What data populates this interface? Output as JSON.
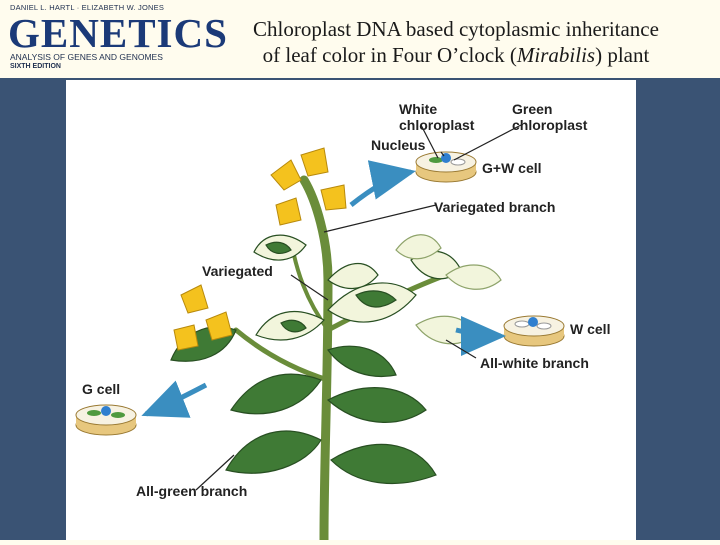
{
  "logo": {
    "authors": "DANIEL L. HARTL · ELIZABETH W. JONES",
    "brand": "GENETICS",
    "subtitle": "ANALYSIS OF GENES AND GENOMES",
    "edition": "SIXTH EDITION"
  },
  "title": {
    "line1": "Chloroplast DNA based cytoplasmic inheritance",
    "line2_pre": "of leaf color in Four O’clock (",
    "line2_italic": "Mirabilis",
    "line2_post": ") plant"
  },
  "labels": {
    "white_chloroplast_1": "White",
    "white_chloroplast_2": "chloroplast",
    "green_chloroplast_1": "Green",
    "green_chloroplast_2": "chloroplast",
    "nucleus": "Nucleus",
    "gw_cell": "G+W cell",
    "variegated_branch": "Variegated branch",
    "variegated": "Variegated",
    "w_cell": "W cell",
    "all_white_branch": "All-white branch",
    "g_cell": "G cell",
    "all_green_branch": "All-green branch"
  },
  "colors": {
    "slide_background": "#fffcee",
    "band": "#3a5374",
    "brand": "#1b3a78",
    "leaf_green": "#3f7a35",
    "leaf_white": "#f2f5dc",
    "flower": "#f4c21e",
    "cell_wall": "#e7c77e",
    "nucleus": "#2f7fcf",
    "arrow": "#3a8ec0"
  }
}
